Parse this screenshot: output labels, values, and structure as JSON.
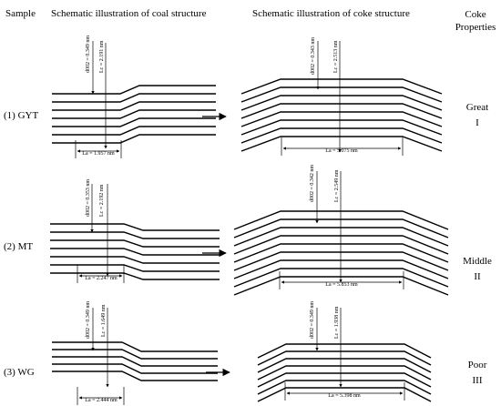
{
  "headers": {
    "sample": "Sample",
    "coal": "Schematic illustration of coal structure",
    "coke": "Schematic illustration of coke structure",
    "coke_props_1": "Coke",
    "coke_props_2": "Properties"
  },
  "rows": [
    {
      "sample": "(1) GYT",
      "coal": {
        "d002": "d002 = 0.349 nm",
        "lc": "Lc = 2.191 nm",
        "la": "La = 1.957 nm"
      },
      "coke": {
        "d002": "d002 = 0.343 nm",
        "lc": "Lc = 2.513 nm",
        "la": "La = 5.075 nm"
      },
      "prop_1": "Great",
      "prop_2": "I"
    },
    {
      "sample": "(2) MT",
      "coal": {
        "d002": "d002 = 0.353 nm",
        "lc": "Lc = 2.192 nm",
        "la": "La = 2.247 nm"
      },
      "coke": {
        "d002": "d002 = 0.342 nm",
        "lc": "Lc = 2.549 nm",
        "la": "La = 5.853 nm"
      },
      "prop_1": "Middle",
      "prop_2": "II"
    },
    {
      "sample": "(3) WG",
      "coal": {
        "d002": "d002 = 0.349 nm",
        "lc": "Lc = 1.649 nm",
        "la": "La = 2.444 nm"
      },
      "coke": {
        "d002": "d002 = 0.349 nm",
        "lc": "Lc = 1.938 nm",
        "la": "La = 5.398 nm"
      },
      "prop_1": "Poor",
      "prop_2": "III"
    }
  ]
}
